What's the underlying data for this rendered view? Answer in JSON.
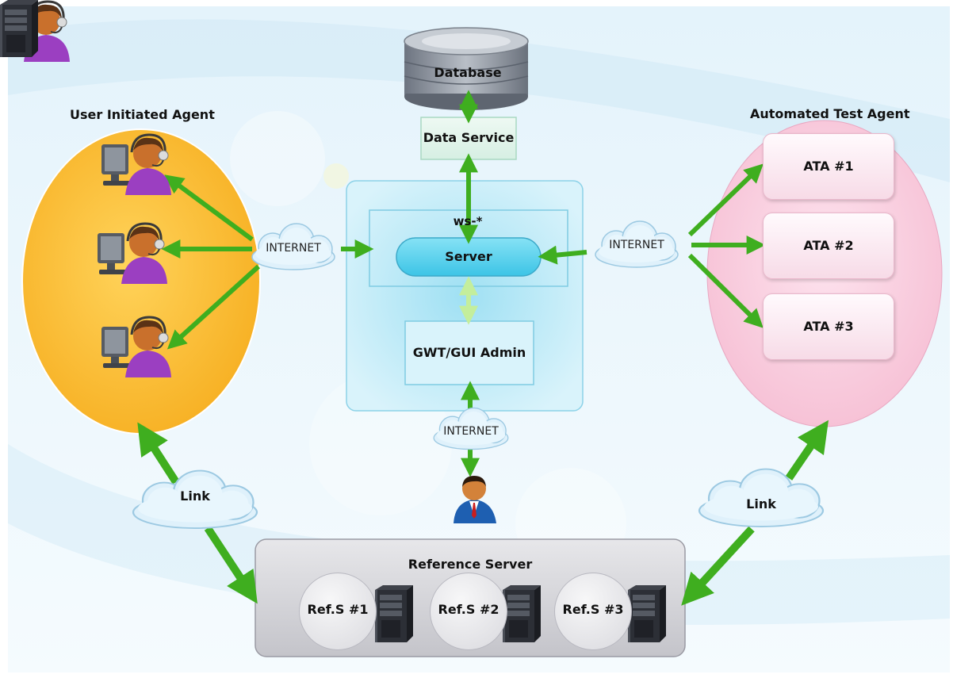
{
  "nodes": {
    "database": "Database",
    "data_service": "Data Service",
    "ws": "ws-*",
    "server": "Server",
    "gwt_admin": "GWT/GUI Admin",
    "user_agent_title": "User Initiated Agent",
    "auto_agent_title": "Automated Test Agent",
    "ata": [
      "ATA #1",
      "ATA #2",
      "ATA #3"
    ],
    "reference_server": "Reference Server",
    "refs": [
      "Ref.S #1",
      "Ref.S #2",
      "Ref.S #3"
    ]
  },
  "clouds": {
    "internet_left": "INTERNET",
    "internet_right": "INTERNET",
    "internet_bottom": "INTERNET",
    "link_left": "Link",
    "link_right": "Link"
  },
  "colors": {
    "user_agent_fill": "#fbbf33",
    "auto_agent_fill": "#f9cddd",
    "arrow_green": "#3fae1f",
    "server_pill": "#5ed3ee",
    "panel_fill": "#cdeef8"
  },
  "icons": [
    "operator-icon",
    "admin-user-icon",
    "server-tower-icon",
    "database-icon",
    "cloud-icon"
  ]
}
